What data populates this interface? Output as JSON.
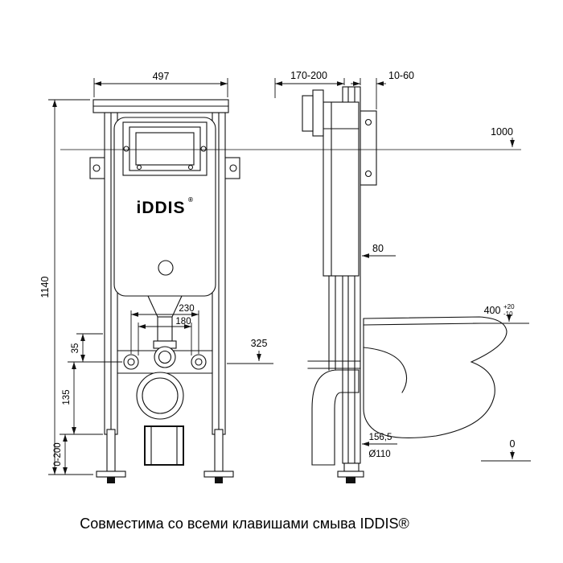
{
  "caption": "Совместима со всеми клавишами смыва IDDIS®",
  "logo": {
    "text": "iDDIS",
    "reg": "®"
  },
  "front_view": {
    "width_mm": "497",
    "height_mm": "1140",
    "fixing_width_outer": "230",
    "fixing_width_inner": "180",
    "fixing_height": "325",
    "offset_top": "35",
    "offset_bottom": "135",
    "feet_adjustment": "0-200"
  },
  "side_view": {
    "mounting_depth": "170-200",
    "wall_gap": "10-60",
    "flush_plate_height": "1000",
    "pipe_offset": "80",
    "bowl_height": "400",
    "bowl_height_tol_plus": "+20",
    "bowl_height_tol_minus": "-10",
    "drain_offset": "156,5",
    "drain_diameter": "Ø110",
    "floor_level": "0"
  }
}
